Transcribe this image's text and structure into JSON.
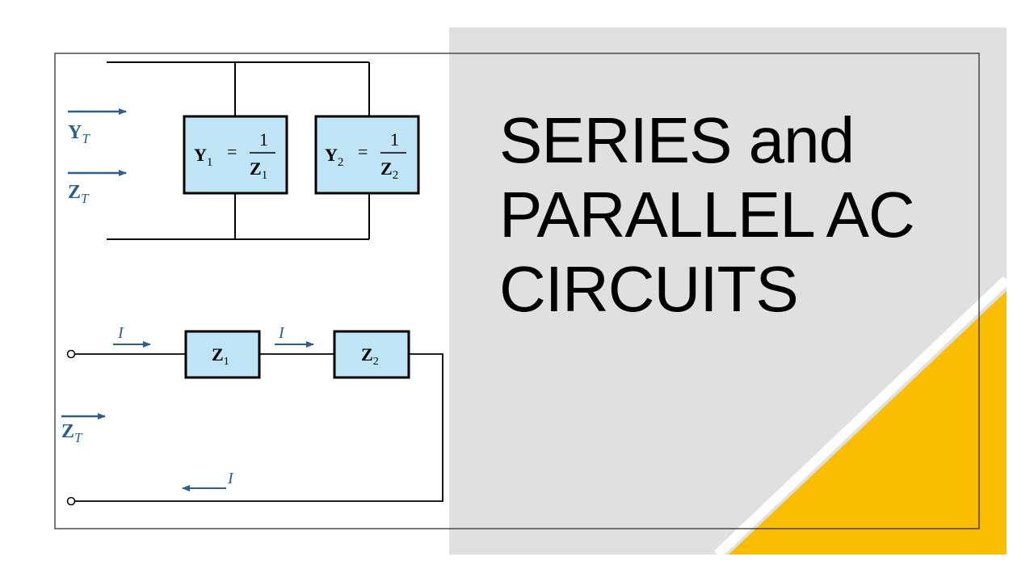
{
  "slide": {
    "title_lines": [
      "SERIES and",
      "PARALLEL AC",
      "CIRCUITS"
    ],
    "colors": {
      "panel_gray": "#e0e0e0",
      "accent_yellow": "#fbbd00",
      "box_fill": "#bfe4f6",
      "arrow_blue": "#2b5f8e",
      "wire": "#000000"
    }
  },
  "parallel_circuit": {
    "total_admittance_label": {
      "main": "Y",
      "sub": "T"
    },
    "total_impedance_label": {
      "main": "Z",
      "sub": "T"
    },
    "branch1": {
      "lhs_main": "Y",
      "lhs_sub": "1",
      "eq": "=",
      "num": "1",
      "den_main": "Z",
      "den_sub": "1"
    },
    "branch2": {
      "lhs_main": "Y",
      "lhs_sub": "2",
      "eq": "=",
      "num": "1",
      "den_main": "Z",
      "den_sub": "2"
    }
  },
  "series_circuit": {
    "current_label": "I",
    "impedance1": {
      "main": "Z",
      "sub": "1"
    },
    "impedance2": {
      "main": "Z",
      "sub": "2"
    },
    "total_impedance_label": {
      "main": "Z",
      "sub": "T"
    }
  }
}
